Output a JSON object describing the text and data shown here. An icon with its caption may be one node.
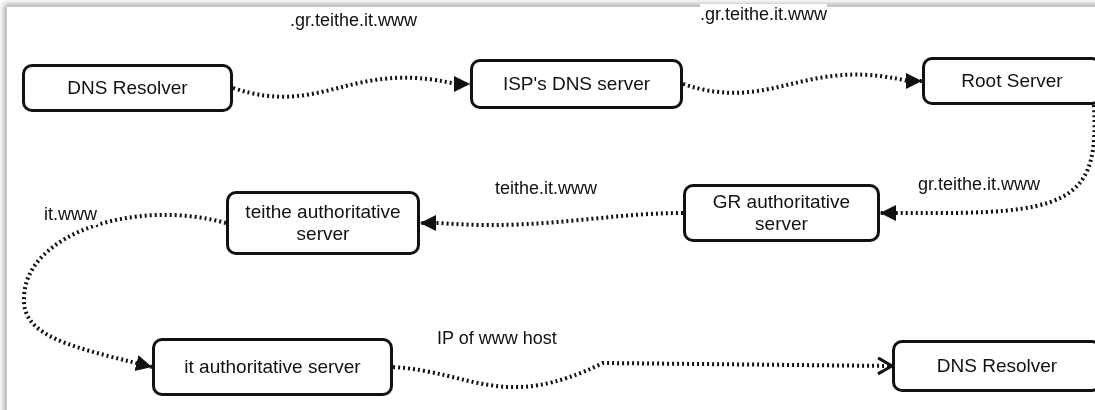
{
  "diagram": {
    "nodes": [
      {
        "text": [
          "DNS Resolver"
        ]
      },
      {
        "text": [
          "ISP's DNS server"
        ]
      },
      {
        "text": [
          "Root Server"
        ]
      },
      {
        "text": [
          "GR authoritative server"
        ]
      },
      {
        "text": [
          "teithe authoritative server"
        ]
      },
      {
        "text": [
          "it authoritative server"
        ]
      },
      {
        "text": [
          "DNS Resolver"
        ]
      }
    ],
    "edges": [
      {
        "from": 0,
        "to": 1,
        "arrow": "to",
        "label": ".gr.teithe.it.www",
        "style": "dashed"
      },
      {
        "from": 1,
        "to": 2,
        "arrow": "to",
        "label": ".gr.teithe.it.www",
        "style": "dashed"
      },
      {
        "from": 2,
        "to": 3,
        "arrow": "to",
        "label": "gr.teithe.it.www",
        "style": "dashed"
      },
      {
        "from": 3,
        "to": 4,
        "arrow": "to",
        "label": "teithe.it.www",
        "style": "dashed"
      },
      {
        "from": 4,
        "to": 5,
        "arrow": "to",
        "label": "it.www",
        "style": "dashed"
      },
      {
        "from": 5,
        "to": 6,
        "arrow": "to",
        "label": "IP of www host",
        "style": "dashed"
      }
    ]
  }
}
